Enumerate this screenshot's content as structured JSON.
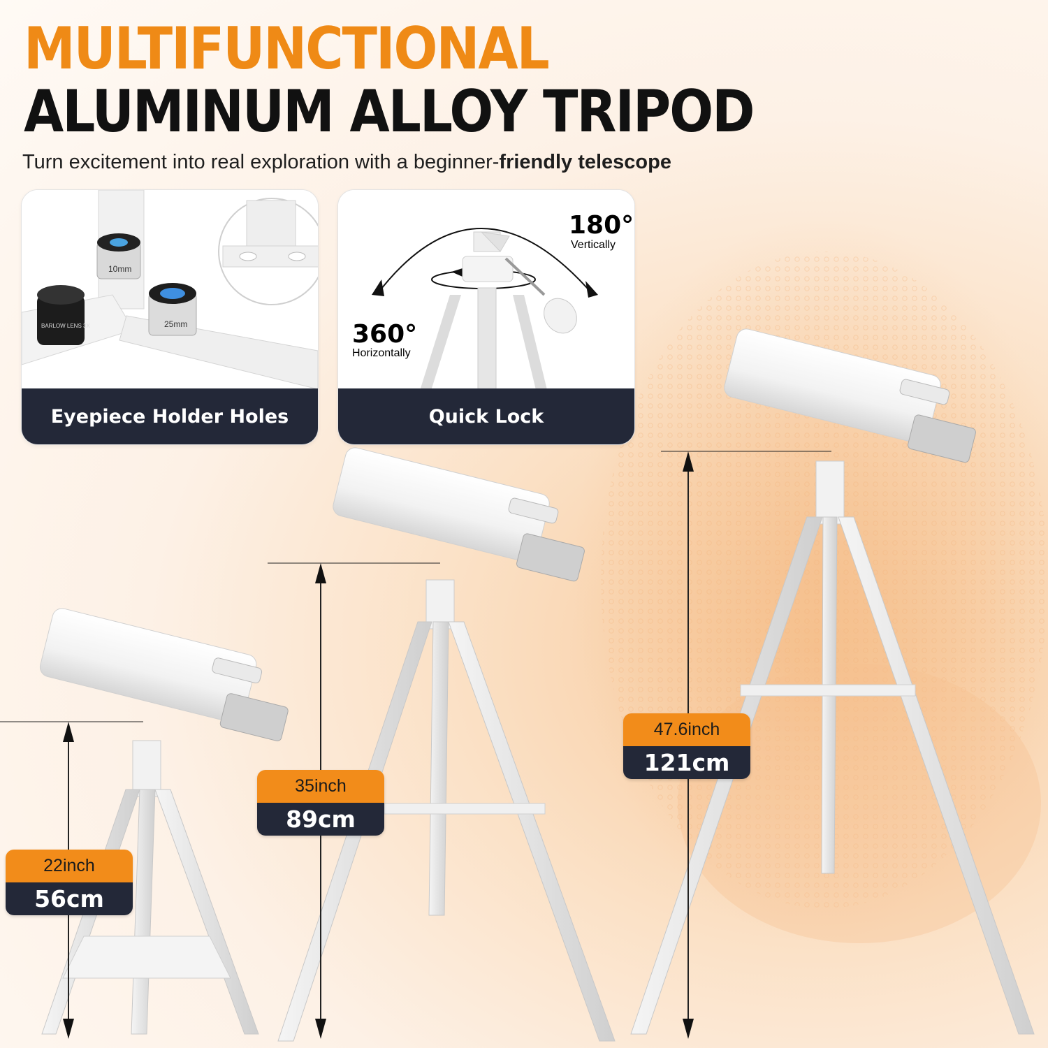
{
  "header": {
    "title_line1": "MULTIFUNCTIONAL",
    "title_line2": "ALUMINUM ALLOY TRIPOD",
    "subtitle_regular": "Turn excitement into real exploration with a beginner-",
    "subtitle_bold": "friendly telescope"
  },
  "cards": {
    "eyepiece": {
      "label": "Eyepiece Holder Holes",
      "lens_10": "10mm",
      "lens_25": "25mm",
      "barlow": "BARLOW LENS 3X"
    },
    "quick_lock": {
      "label": "Quick Lock",
      "vertical_degrees": "180°",
      "vertical_label": "Vertically",
      "horizontal_degrees": "360°",
      "horizontal_label": "Horizontally"
    }
  },
  "heights": {
    "small": {
      "inch": "22inch",
      "cm": "56cm"
    },
    "medium": {
      "inch": "35inch",
      "cm": "89cm"
    },
    "large": {
      "inch": "47.6inch",
      "cm": "121cm"
    }
  },
  "colors": {
    "accent": "#ef8a16",
    "dark": "#232838",
    "title_dark": "#111111"
  }
}
